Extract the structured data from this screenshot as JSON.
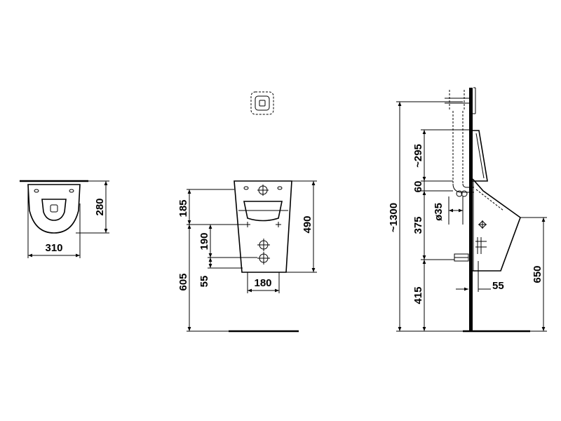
{
  "dimensions": {
    "top_width": "310",
    "top_depth": "280",
    "front_upper": "185",
    "front_height": "490",
    "front_mid": "190",
    "front_lower": "55",
    "front_floor": "605",
    "front_width": "180",
    "side_total": "~1300",
    "side_upper": "~295",
    "side_inlet": "60",
    "side_diameter": "ø35",
    "side_mid": "375",
    "side_floor": "415",
    "side_outlet": "55",
    "side_height": "650"
  }
}
